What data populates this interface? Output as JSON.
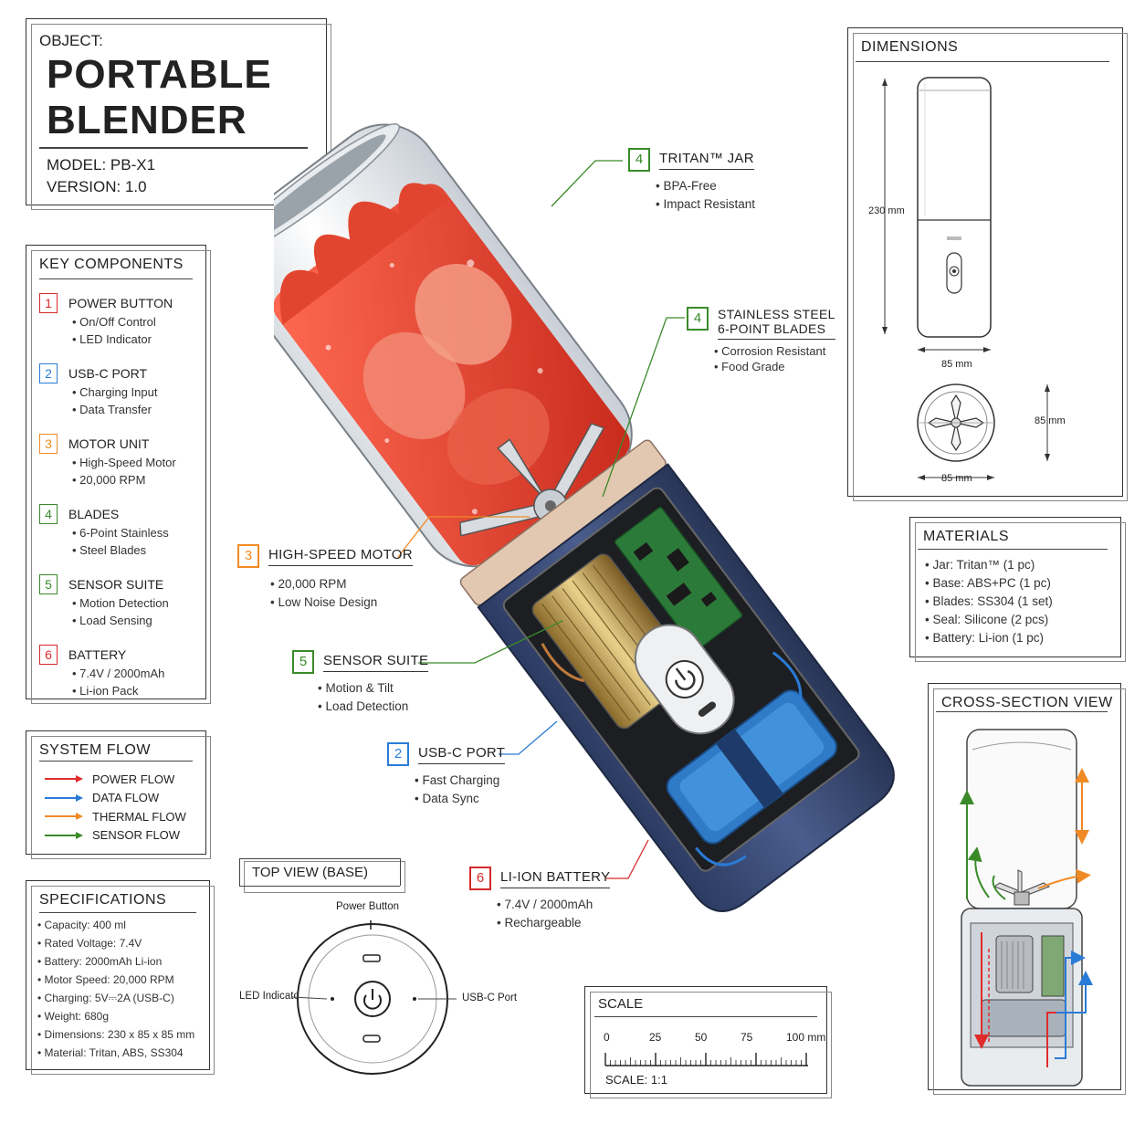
{
  "header": {
    "object_label": "OBJECT:",
    "title_line1": "PORTABLE",
    "title_line2": "BLENDER",
    "model": "MODEL:  PB-X1",
    "version": "VERSION:  1.0"
  },
  "key_components": {
    "title": "KEY COMPONENTS",
    "items": [
      {
        "num": "1",
        "title": "POWER BUTTON",
        "bullets": [
          "• On/Off Control",
          "• LED Indicator"
        ],
        "color": "#d62a2a"
      },
      {
        "num": "2",
        "title": "USB-C PORT",
        "bullets": [
          "• Charging Input",
          "• Data Transfer"
        ],
        "color": "#2a7bd6"
      },
      {
        "num": "3",
        "title": "MOTOR UNIT",
        "bullets": [
          "• High-Speed Motor",
          "• 20,000 RPM"
        ],
        "color": "#f08a24"
      },
      {
        "num": "4",
        "title": "BLADES",
        "bullets": [
          "• 6-Point Stainless",
          "• Steel Blades"
        ],
        "color": "#3a8a2a"
      },
      {
        "num": "5",
        "title": "SENSOR SUITE",
        "bullets": [
          "• Motion Detection",
          "• Load Sensing"
        ],
        "color": "#3a8a2a"
      },
      {
        "num": "6",
        "title": "BATTERY",
        "bullets": [
          "• 7.4V / 2000mAh",
          "• Li-ion Pack"
        ],
        "color": "#d62a2a"
      }
    ]
  },
  "system_flow": {
    "title": "SYSTEM FLOW",
    "items": [
      {
        "label": "POWER FLOW",
        "color": "#e02b2b"
      },
      {
        "label": "DATA FLOW",
        "color": "#2a7bd6"
      },
      {
        "label": "THERMAL FLOW",
        "color": "#f08a24"
      },
      {
        "label": "SENSOR FLOW",
        "color": "#3a8a2a"
      }
    ]
  },
  "specifications": {
    "title": "SPECIFICATIONS",
    "items": [
      "• Capacity: 400 ml",
      "• Rated Voltage: 7.4V",
      "• Battery: 2000mAh Li-ion",
      "• Motor Speed: 20,000 RPM",
      "• Charging: 5V⎓2A (USB-C)",
      "• Weight: 680g",
      "• Dimensions: 230 x 85 x 85 mm",
      "• Material: Tritan, ABS, SS304"
    ]
  },
  "top_view": {
    "title": "TOP VIEW (BASE)",
    "power_button": "Power Button",
    "led_indicator": "LED Indicator",
    "usb_port": "USB-C Port"
  },
  "scale": {
    "title": "SCALE",
    "ticks": [
      "0",
      "25",
      "50",
      "75",
      "100 mm"
    ],
    "scale_text": "SCALE:  1:1"
  },
  "dimensions": {
    "title": "DIMENSIONS",
    "height": "230 mm",
    "width": "85 mm",
    "depth": "85 mm",
    "bottom_width": "85 mm"
  },
  "materials": {
    "title": "MATERIALS",
    "items": [
      "• Jar:  Tritan™ (1 pc)",
      "• Base:  ABS+PC (1 pc)",
      "• Blades:  SS304 (1 set)",
      "• Seal:    Silicone (2 pcs)",
      "• Battery:  Li-ion (1 pc)"
    ]
  },
  "cross_section": {
    "title": "CROSS-SECTION VIEW"
  },
  "callouts": {
    "jar": {
      "num": "4",
      "title": "TRITAN™ JAR",
      "bullets": [
        "• BPA-Free",
        "• Impact Resistant"
      ],
      "color": "#3a8a2a"
    },
    "blades": {
      "num": "4",
      "title_line1": "STAINLESS STEEL",
      "title_line2": "6-POINT BLADES",
      "bullets": [
        "• Corrosion Resistant",
        "• Food Grade"
      ],
      "color": "#3a8a2a"
    },
    "motor": {
      "num": "3",
      "title": "HIGH-SPEED MOTOR",
      "bullets": [
        "• 20,000 RPM",
        "• Low Noise Design"
      ],
      "color": "#f08a24"
    },
    "sensor": {
      "num": "5",
      "title": "SENSOR SUITE",
      "bullets": [
        "• Motion & Tilt",
        "• Load Detection"
      ],
      "color": "#3a8a2a"
    },
    "usb": {
      "num": "2",
      "title": "USB-C PORT",
      "bullets": [
        "• Fast Charging",
        "• Data Sync"
      ],
      "color": "#2a7bd6"
    },
    "battery": {
      "num": "6",
      "title": "LI-ION BATTERY",
      "bullets": [
        "• 7.4V / 2000mAh",
        "• Rechargeable"
      ],
      "color": "#d62a2a"
    }
  }
}
